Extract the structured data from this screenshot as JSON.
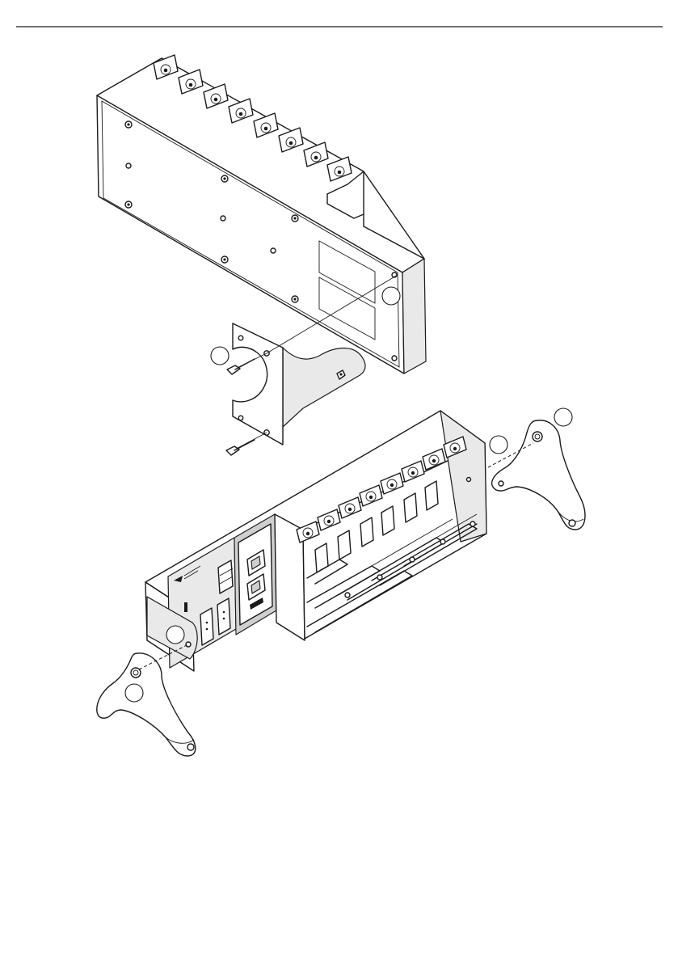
{
  "figure": {
    "callouts": [
      {
        "id": "callout-1",
        "label": ""
      },
      {
        "id": "callout-2",
        "label": ""
      },
      {
        "id": "callout-3",
        "label": ""
      },
      {
        "id": "callout-4",
        "label": ""
      },
      {
        "id": "callout-5",
        "label": ""
      },
      {
        "id": "callout-6",
        "label": ""
      }
    ],
    "colors": {
      "line": "#1a1a1a",
      "panel": "#e9e9e9",
      "shade": "#cfcfcf",
      "background": "#ffffff"
    },
    "icons": [
      "chassis-rear-icon",
      "mounting-bracket-icon",
      "screw-icon",
      "chassis-front-icon",
      "mounting-foot-icon",
      "module-slot-icon",
      "ethernet-port-icon",
      "serial-port-icon",
      "logo-icon"
    ]
  }
}
